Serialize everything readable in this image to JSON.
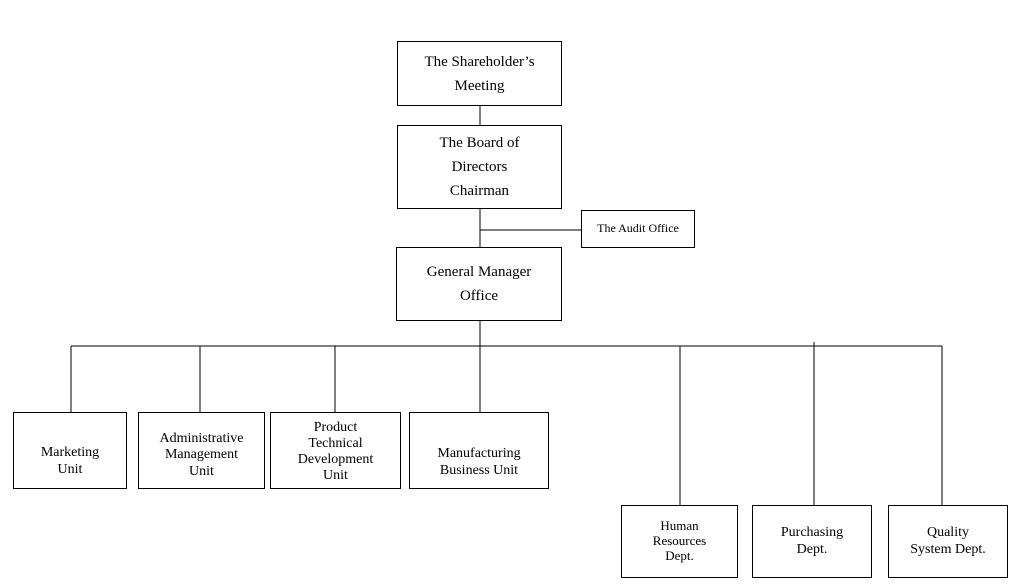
{
  "org_chart": {
    "shareholders": "The Shareholder’s\nMeeting",
    "board": "The Board of\nDirectors\nChairman",
    "audit": "The Audit Office",
    "general_manager": "General Manager\nOffice",
    "units": {
      "marketing": "Marketing\nUnit",
      "administrative": "Administrative\nManagement\nUnit",
      "product_technical": "Product\nTechnical\nDevelopment\nUnit",
      "manufacturing": "Manufacturing\nBusiness Unit",
      "human_resources": "Human\nResources\nDept.",
      "purchasing": "Purchasing\nDept.",
      "quality": "Quality\nSystem Dept."
    }
  }
}
